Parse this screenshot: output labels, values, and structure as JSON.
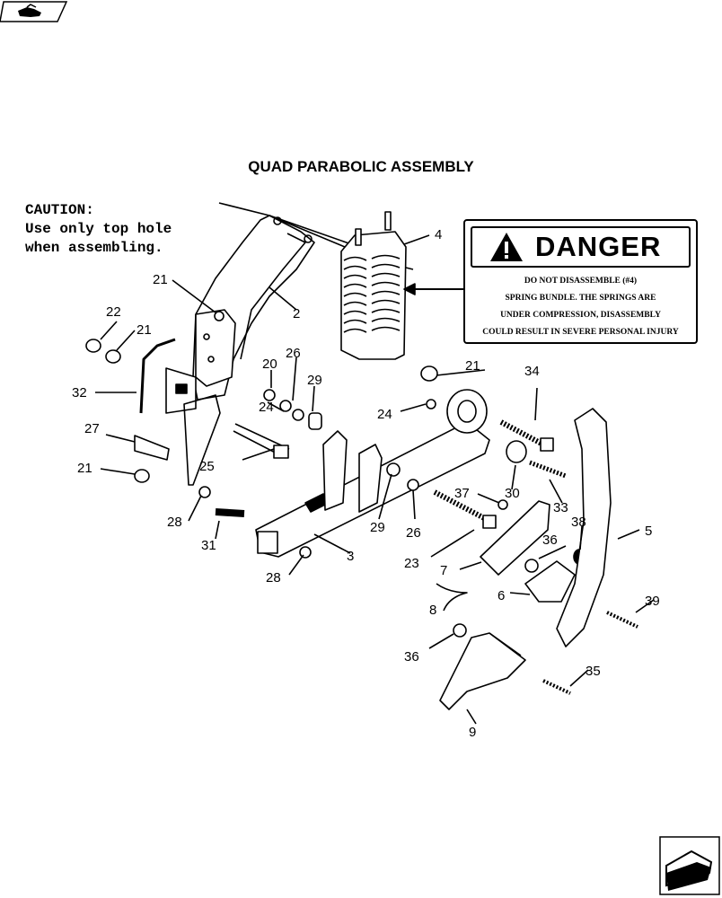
{
  "title": "QUAD PARABOLIC ASSEMBLY",
  "caution": {
    "heading": "CAUTION:",
    "line1": "Use only top hole",
    "line2": "when assembling."
  },
  "danger": {
    "heading": "DANGER",
    "lines": [
      "DO NOT DISASSEMBLE (#4)",
      "SPRING BUNDLE. THE SPRINGS ARE",
      "UNDER COMPRESSION, DISASSEMBLY",
      "COULD RESULT IN SEVERE PERSONAL INJURY"
    ]
  },
  "nav": {
    "prev_icon": "hand-pointing-icon",
    "next_icon": "page-turn-arrow-icon"
  },
  "callouts": [
    "2",
    "4",
    "21",
    "22",
    "21",
    "32",
    "27",
    "21",
    "20",
    "26",
    "29",
    "24",
    "25",
    "28",
    "31",
    "3",
    "28",
    "29",
    "26",
    "23",
    "37",
    "24",
    "21",
    "34",
    "30",
    "33",
    "38",
    "36",
    "7",
    "6",
    "8",
    "5",
    "39",
    "36",
    "35",
    "9"
  ]
}
